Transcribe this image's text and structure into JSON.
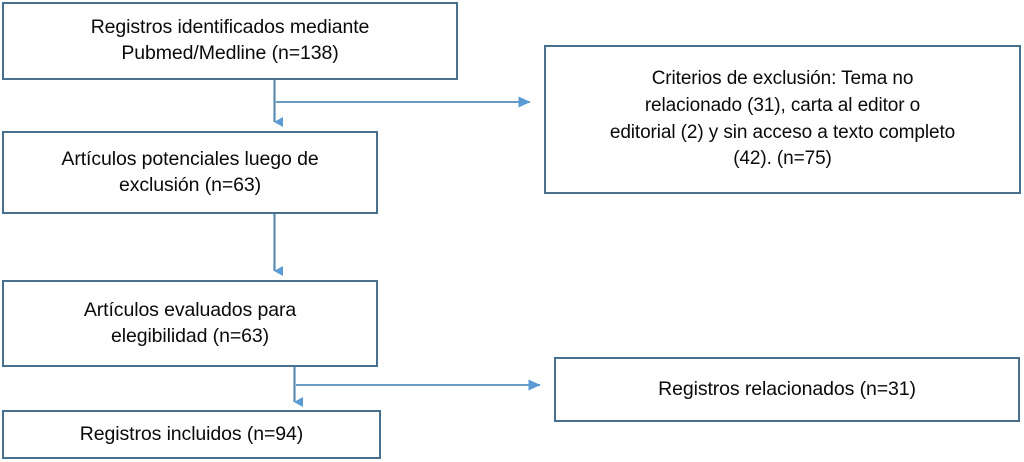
{
  "diagram": {
    "type": "flowchart",
    "title": "",
    "language": "es",
    "colors": {
      "box_border": "#47708f",
      "box_fill": "#ffffff",
      "arrow": "#5b9bd5",
      "text": "#0a0a0a"
    },
    "boxes": [
      {
        "id": "identified",
        "name": "records-identified",
        "text": "Registros identificados mediante\nPubmed/Medline (n=138)",
        "count": 138,
        "column": "left"
      },
      {
        "id": "potential",
        "name": "potential-articles",
        "text": "Artículos potenciales luego de\nexclusión (n=63)",
        "count": 63,
        "column": "left"
      },
      {
        "id": "eligibility",
        "name": "articles-eligibility",
        "text": "Artículos evaluados para\nelegibilidad (n=63)",
        "count": 63,
        "column": "left"
      },
      {
        "id": "included",
        "name": "records-included",
        "text": "Registros incluidos (n=94)",
        "count": 94,
        "column": "left"
      },
      {
        "id": "exclusion",
        "name": "exclusion-criteria",
        "text": "Criterios de exclusión: Tema no\nrelacionado (31), carta al editor o\neditorial (2) y sin acceso a texto completo\n(42).  (n=75)",
        "count": 75,
        "column": "right"
      },
      {
        "id": "related",
        "name": "related-records",
        "text": "Registros relacionados (n=31)",
        "count": 31,
        "column": "right"
      }
    ],
    "connectors": [
      {
        "id": "c1",
        "name": "arrow-identified-to-potential",
        "from": "identified",
        "to": "potential",
        "direction": "down"
      },
      {
        "id": "c2",
        "name": "arrow-identified-to-exclusion",
        "from": "identified",
        "to": "exclusion",
        "direction": "right"
      },
      {
        "id": "c3",
        "name": "arrow-potential-to-eligibility",
        "from": "potential",
        "to": "eligibility",
        "direction": "down"
      },
      {
        "id": "c4",
        "name": "arrow-eligibility-to-included",
        "from": "eligibility",
        "to": "included",
        "direction": "down"
      },
      {
        "id": "c5",
        "name": "arrow-eligibility-to-related",
        "from": "eligibility",
        "to": "related",
        "direction": "right"
      }
    ]
  }
}
